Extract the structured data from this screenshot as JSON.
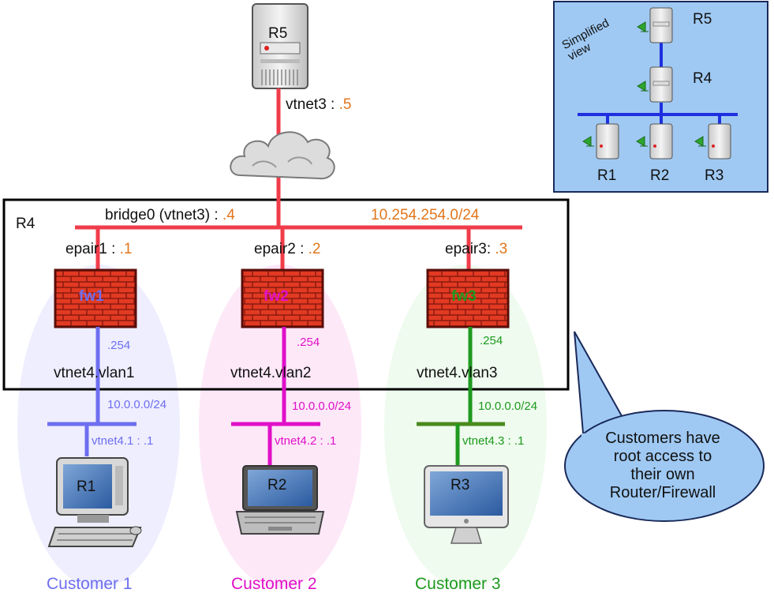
{
  "r5_label": "R5",
  "vtnet3": {
    "prefix": "vtnet3 : ",
    "suffix": ".5"
  },
  "r4_label": "R4",
  "bridge": {
    "prefix": "bridge0 (vtnet3) : ",
    "suffix": ".4"
  },
  "subnet_top": "10.254.254.0/24",
  "epairs": [
    {
      "prefix": "epair1 : ",
      "suffix": ".1"
    },
    {
      "prefix": "epair2 : ",
      "suffix": ".2"
    },
    {
      "prefix": "epair3: ",
      "suffix": ".3"
    }
  ],
  "firewalls": [
    "fw1",
    "fw2",
    "fw3"
  ],
  "fw_ip": ".254",
  "vlans": [
    "vtnet4.vlan1",
    "vtnet4.vlan2",
    "vtnet4.vlan3"
  ],
  "customer_subnet": "10.0.0.0/24",
  "customer_ifaces": [
    "vtnet4.1 : .1",
    "vtnet4.2 : .1",
    "vtnet4.3 : .1"
  ],
  "routers": [
    "R1",
    "R2",
    "R3"
  ],
  "customers": [
    "Customer 1",
    "Customer 2",
    "Customer 3"
  ],
  "callout": [
    "Customers have",
    "root access to",
    "their own",
    "Router/Firewall"
  ],
  "simplified_view": {
    "title_line1": "Simplified",
    "title_line2": "view",
    "nodes": [
      "R5",
      "R4",
      "R1",
      "R2",
      "R3"
    ]
  },
  "colors": {
    "link_red": "#f03c4a",
    "customer1": "#6e6ef0",
    "customer2": "#e010c8",
    "customer3": "#1e9a1e",
    "address_orange": "#e0761c",
    "simplified_bg": "#9fc9f3",
    "simplified_bus": "#1f2fe0",
    "callout_fill": "#9fc9f3"
  }
}
